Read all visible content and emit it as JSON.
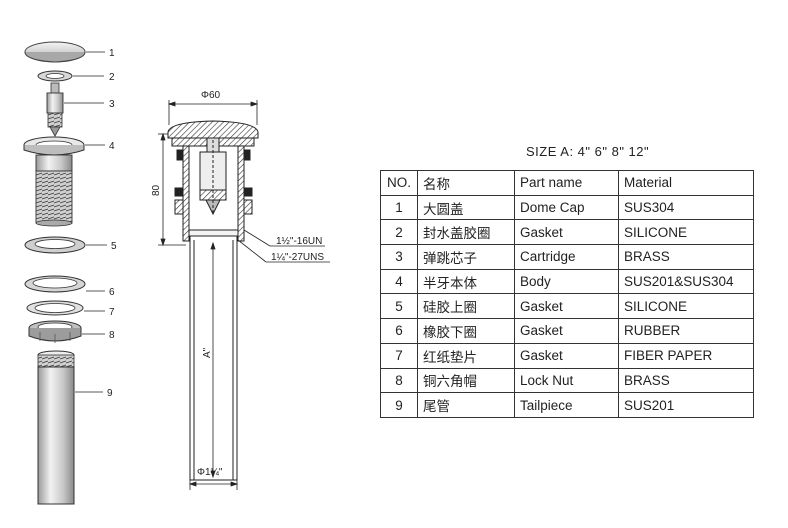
{
  "exploded_view": {
    "callouts": [
      "1",
      "2",
      "3",
      "4",
      "5",
      "6",
      "7",
      "8",
      "9"
    ]
  },
  "section_view": {
    "top_diameter": "Φ60",
    "height": "80",
    "thread_1": "1½\"-16UN",
    "thread_2": "1¼\"-27UNS",
    "length": "A\"",
    "bottom_diameter": "Φ1¼\""
  },
  "size_line": "SIZE  A: 4\" 6\" 8\" 12\"",
  "table": {
    "headers": [
      "NO.",
      "名称",
      "Part name",
      "Material"
    ],
    "rows": [
      [
        "1",
        "大圆盖",
        "Dome Cap",
        "SUS304"
      ],
      [
        "2",
        "封水盖胶圈",
        "Gasket",
        "SILICONE"
      ],
      [
        "3",
        "弹跳芯子",
        "Cartridge",
        "BRASS"
      ],
      [
        "4",
        "半牙本体",
        "Body",
        "SUS201&SUS304"
      ],
      [
        "5",
        "硅胶上圈",
        "Gasket",
        "SILICONE"
      ],
      [
        "6",
        "橡胶下圈",
        "Gasket",
        "RUBBER"
      ],
      [
        "7",
        "红纸垫片",
        "Gasket",
        "FIBER PAPER"
      ],
      [
        "8",
        "铜六角帽",
        "Lock Nut",
        "BRASS"
      ],
      [
        "9",
        "尾管",
        "Tailpiece",
        "SUS201"
      ]
    ]
  }
}
